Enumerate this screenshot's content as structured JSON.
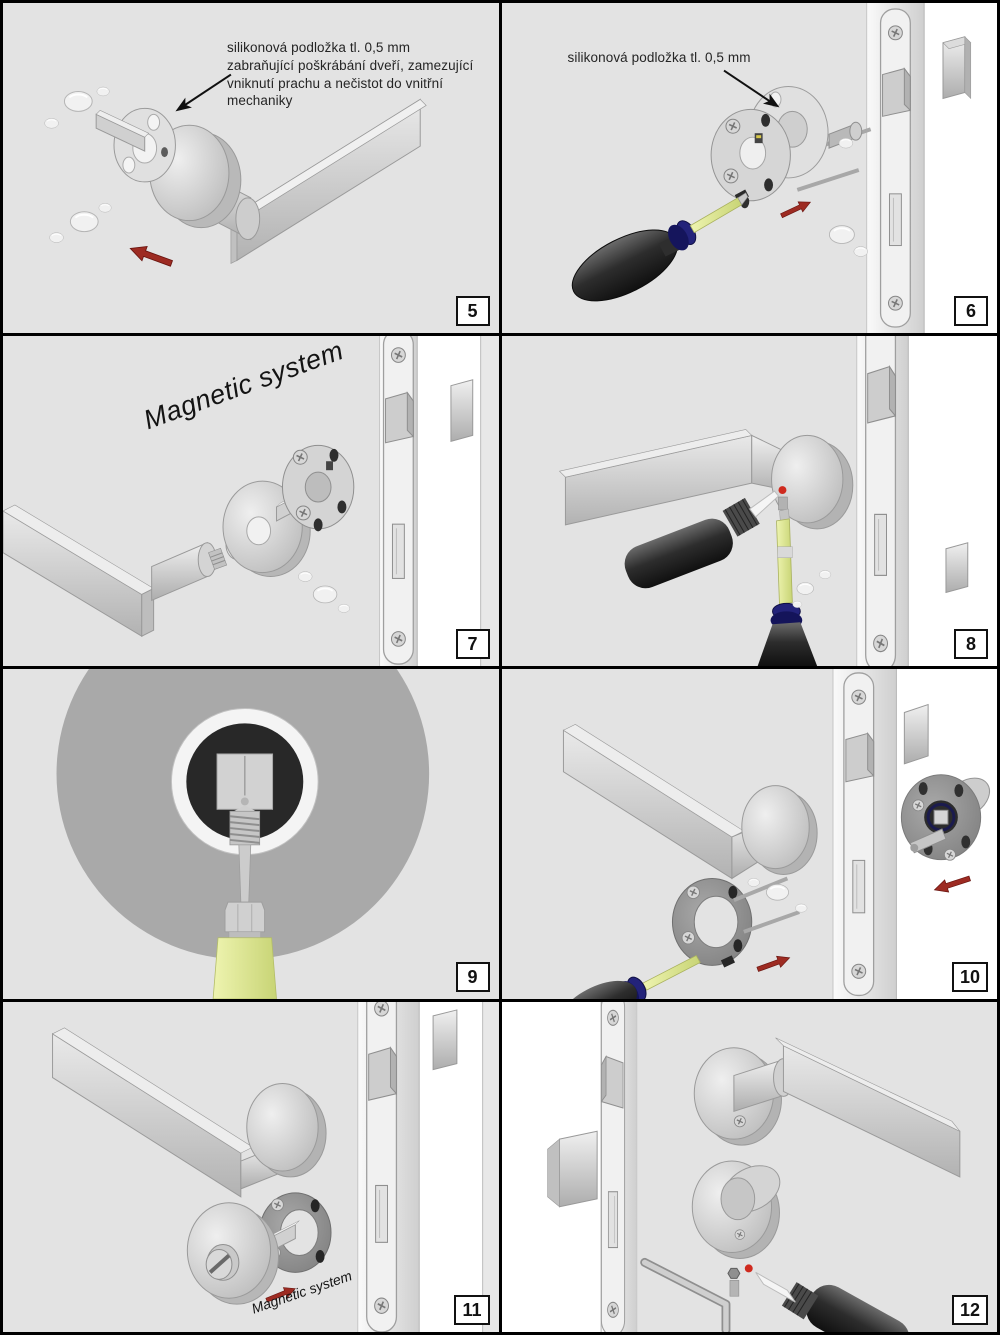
{
  "document": {
    "type": "door-handle installation manual page",
    "language": "Czech / English"
  },
  "steps": [
    {
      "number": "5",
      "annotation": "silikonová podložka tl. 0,5 mm zabraňující poškrábání dveří, zamezující vniknutí prachu a nečistot do vnitřní mechaniky"
    },
    {
      "number": "6",
      "annotation": "silikonová podložka tl. 0,5 mm"
    },
    {
      "number": "7",
      "caption": "Magnetic system"
    },
    {
      "number": "8"
    },
    {
      "number": "9"
    },
    {
      "number": "10"
    },
    {
      "number": "11",
      "caption": "Magnetic system"
    },
    {
      "number": "12"
    }
  ],
  "colors": {
    "panel_background": "#e3e3e3",
    "door_gap_white": "#ffffff",
    "grid_border": "#000000",
    "metal_light": "#d9d9d9",
    "metal_mid": "#b5b5b5",
    "mount_ring_dark": "#8a8a8a",
    "arrow_red": "#9d2b22",
    "glue_dot_red": "#cf2a1e",
    "screwdriver_handle_black": "#1a1a1a",
    "screwdriver_collar_blue": "#1c1c6e",
    "screwdriver_shaft_yellow": "#dce98e",
    "annotation_text": "#252525"
  }
}
